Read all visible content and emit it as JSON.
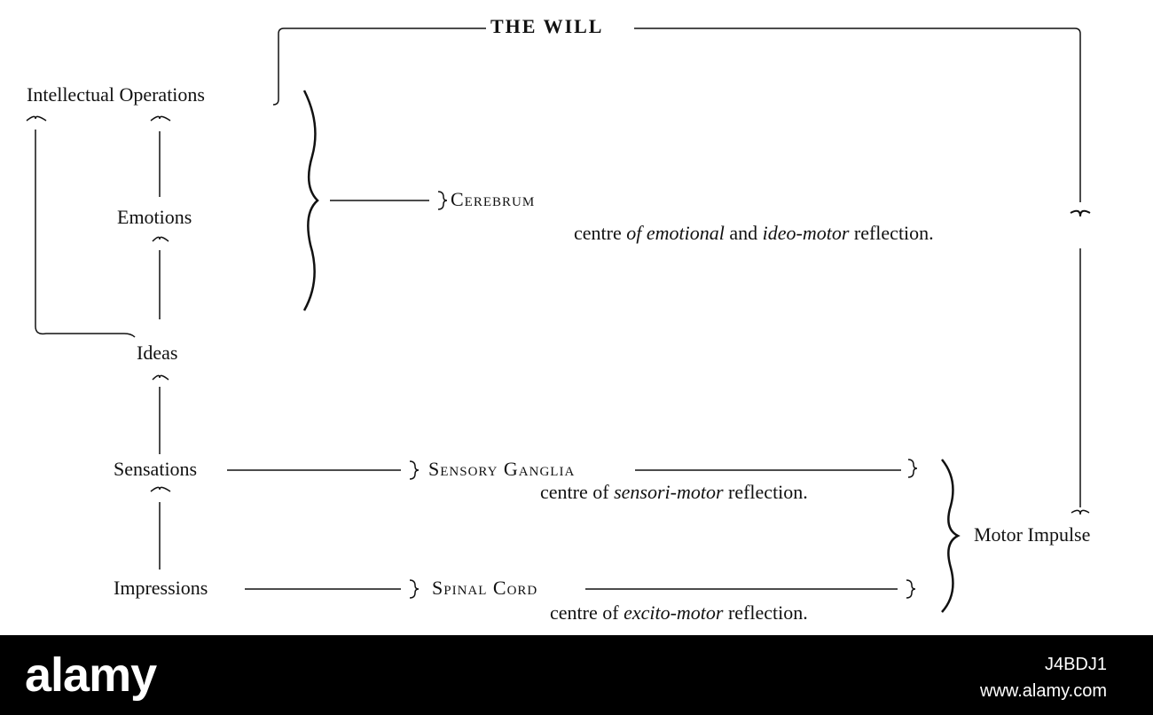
{
  "diagram": {
    "will": "THE WILL",
    "intellectual": "Intellectual Operations",
    "emotions": "Emotions",
    "ideas": "Ideas",
    "sensations": "Sensations",
    "impressions": "Impressions",
    "cerebrum": "Cerebrum",
    "cerebrum_desc": {
      "prefix": "centre ",
      "of": "of ",
      "emotional": "emotional",
      "and": " and ",
      "ideo_motor": "ideo-motor",
      "suffix": " reflection."
    },
    "sensory_ganglia": "Sensory Ganglia",
    "sensory_desc": {
      "prefix": "centre of ",
      "italic": "sensori-motor",
      "suffix": " reflection."
    },
    "spinal_cord": "Spinal Cord",
    "spinal_desc": {
      "prefix": "centre of ",
      "italic": "excito-motor",
      "suffix": " reflection."
    },
    "motor_impulse": "Motor Impulse"
  },
  "footer": {
    "logo": "alamy",
    "image_id": "J4BDJ1",
    "url": "www.alamy.com"
  }
}
